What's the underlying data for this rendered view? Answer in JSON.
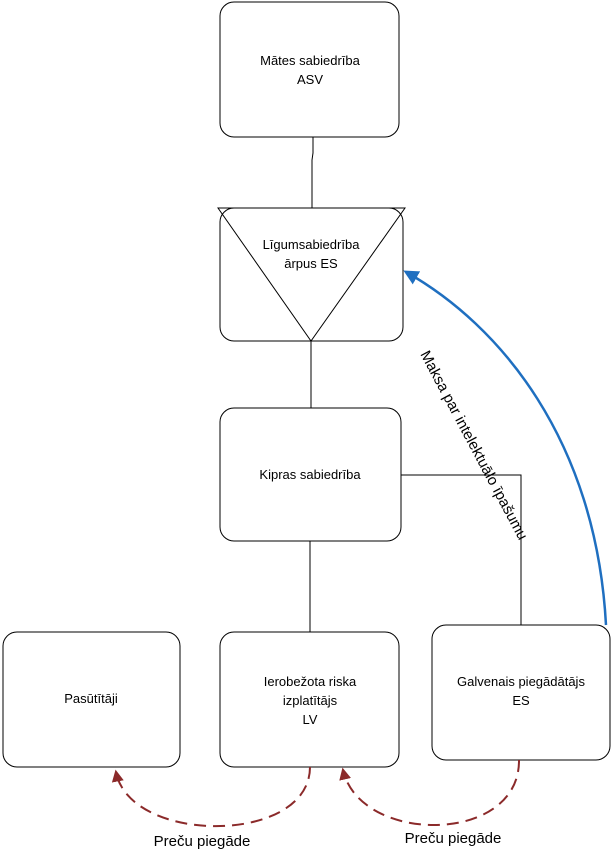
{
  "nodes": {
    "parent": {
      "line1": "Mātes sabiedrība",
      "line2": "ASV"
    },
    "contract": {
      "line1": "Līgumsabiedrība",
      "line2": "ārpus ES"
    },
    "cyprus": {
      "line1": "Kipras sabiedrība"
    },
    "customers": {
      "line1": "Pasūtītāji"
    },
    "distributor": {
      "line1": "Ierobežota riska",
      "line2": "izplatītājs",
      "line3": "LV"
    },
    "supplier": {
      "line1": "Galvenais piegādātājs",
      "line2": "ES"
    }
  },
  "edges": {
    "ip_fee": {
      "label": "Maksa par intelektuālo īpašumu",
      "color": "#1f6fc0"
    },
    "delivery_left": {
      "label": "Preču piegāde",
      "color": "#8b2a2a"
    },
    "delivery_right": {
      "label": "Preču piegāde",
      "color": "#8b2a2a"
    }
  }
}
